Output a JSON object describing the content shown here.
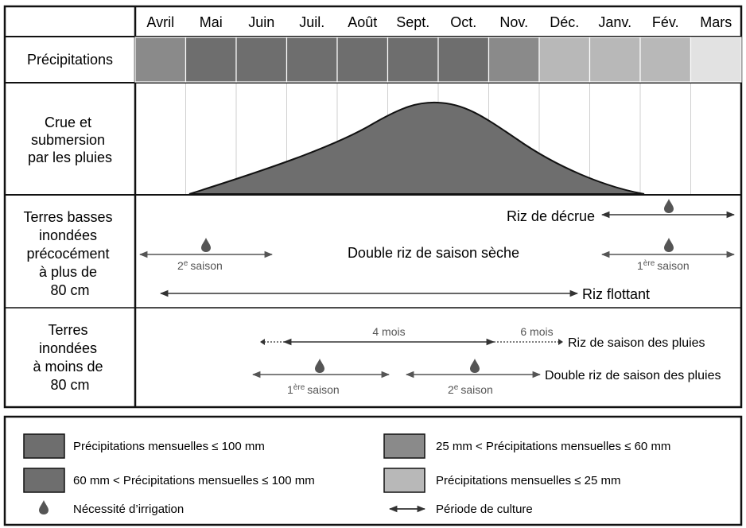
{
  "months": [
    "Avril",
    "Mai",
    "Juin",
    "Juil.",
    "Août",
    "Sept.",
    "Oct.",
    "Nov.",
    "Déc.",
    "Janv.",
    "Fév.",
    "Mars"
  ],
  "rows": {
    "rainfall": "Précipitations",
    "flood": [
      "Crue et",
      "submersion",
      "par les pluies"
    ],
    "lowland": [
      "Terres basses",
      "inondées",
      "précocément",
      "à plus de",
      "80 cm"
    ],
    "upland": [
      "Terres",
      "inondées",
      "à moins de",
      "80 cm"
    ]
  },
  "rainfall_levels": [
    {
      "month": "Avril",
      "shade": "#8a8a8a"
    },
    {
      "month": "Mai",
      "shade": "#6e6e6e"
    },
    {
      "month": "Juin",
      "shade": "#6e6e6e"
    },
    {
      "month": "Juil.",
      "shade": "#6e6e6e"
    },
    {
      "month": "Août",
      "shade": "#6e6e6e"
    },
    {
      "month": "Sept.",
      "shade": "#6e6e6e"
    },
    {
      "month": "Oct.",
      "shade": "#6e6e6e"
    },
    {
      "month": "Nov.",
      "shade": "#8a8a8a"
    },
    {
      "month": "Déc.",
      "shade": "#b8b8b8"
    },
    {
      "month": "Janv.",
      "shade": "#b8b8b8"
    },
    {
      "month": "Fév.",
      "shade": "#b8b8b8"
    },
    {
      "month": "Mars",
      "shade": "#e2e2e2"
    }
  ],
  "crops": {
    "riz_decrue": "Riz de décrue",
    "double_riz_seche": "Double riz de saison sèche",
    "saison2": "2",
    "saison1": "1",
    "sup_e": "e",
    "sup_ere": "ère",
    "saison_word": "saison",
    "riz_flottant": "Riz flottant",
    "quatre_mois": "4 mois",
    "six_mois": "6 mois",
    "riz_pluies": "Riz de saison des pluies",
    "double_riz_pluies": "Double riz de saison des pluies"
  },
  "legend": {
    "item1": "Précipitations mensuelles ≤ 100 mm",
    "item2": "60 mm < Précipitations mensuelles ≤ 100 mm",
    "item3": "Nécessité d’irrigation",
    "item4": "25 mm < Précipitations mensuelles ≤ 60 mm",
    "item5": "Précipitations mensuelles ≤ 25 mm",
    "item6": "Période de culture"
  },
  "colors": {
    "dark": "#6e6e6e",
    "mid": "#8a8a8a",
    "light": "#b8b8b8",
    "pale": "#e2e2e2"
  }
}
